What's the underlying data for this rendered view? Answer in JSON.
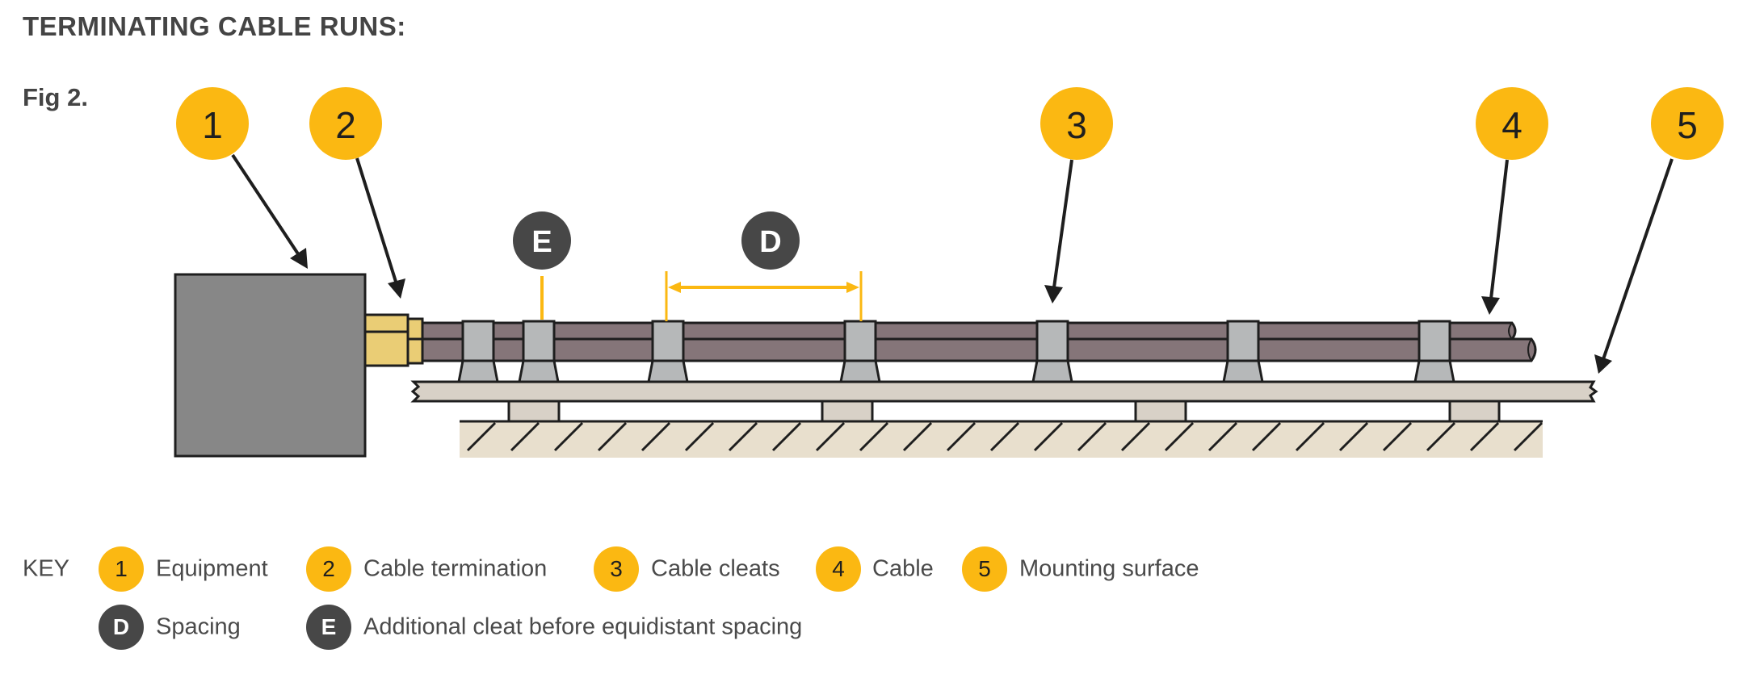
{
  "title": "TERMINATING CABLE RUNS:",
  "figure_label": "Fig 2.",
  "colors": {
    "callout_yellow": "#fbb812",
    "callout_dark": "#474747",
    "equipment": "#878787",
    "termination": "#eacd75",
    "cable": "#857579",
    "cleat": "#b6b8b9",
    "mounting_surface": "#d8d1c7",
    "ground": "#e8dfcd",
    "outline": "#1e1e1e"
  },
  "callouts": [
    {
      "id": "1",
      "target": "Equipment"
    },
    {
      "id": "2",
      "target": "Cable termination"
    },
    {
      "id": "3",
      "target": "Cable cleats"
    },
    {
      "id": "4",
      "target": "Cable"
    },
    {
      "id": "5",
      "target": "Mounting surface"
    }
  ],
  "dimension_markers": [
    {
      "id": "E",
      "target": "Additional cleat before equidistant spacing"
    },
    {
      "id": "D",
      "target": "Spacing"
    }
  ],
  "key": {
    "title": "KEY",
    "row1": [
      {
        "badge": "1",
        "label": "Equipment"
      },
      {
        "badge": "2",
        "label": "Cable termination"
      },
      {
        "badge": "3",
        "label": "Cable cleats"
      },
      {
        "badge": "4",
        "label": "Cable"
      },
      {
        "badge": "5",
        "label": "Mounting surface"
      }
    ],
    "row2": [
      {
        "badge": "D",
        "label": "Spacing"
      },
      {
        "badge": "E",
        "label": "Additional cleat before equidistant spacing"
      }
    ]
  },
  "diagram": {
    "cleat_count": 7,
    "standoff_count": 4,
    "cable_count": 2
  }
}
